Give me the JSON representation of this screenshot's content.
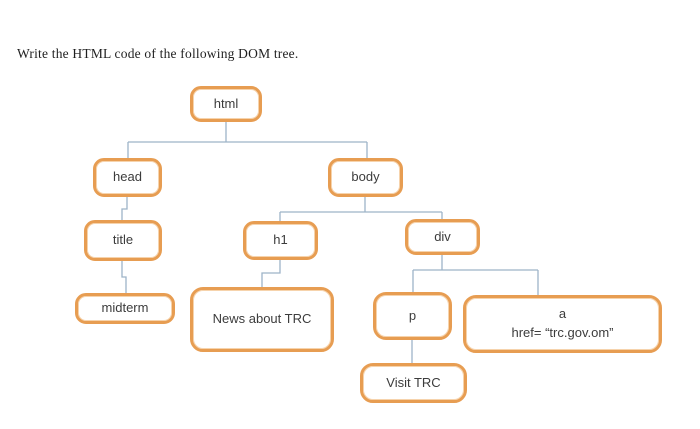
{
  "prompt": "Write the HTML code of the following DOM tree.",
  "colors": {
    "node_border": "#e79d52",
    "connector": "#9db3c8",
    "node_text": "#3c3c3c",
    "prompt_text": "#1f1f1f",
    "background": "#ffffff"
  },
  "tree": {
    "nodes": {
      "html": {
        "label": "html"
      },
      "head": {
        "label": "head"
      },
      "body": {
        "label": "body"
      },
      "title": {
        "label": "title"
      },
      "h1": {
        "label": "h1"
      },
      "div": {
        "label": "div"
      },
      "midterm": {
        "label": "midterm"
      },
      "news": {
        "label": "News about TRC"
      },
      "p": {
        "label": "p"
      },
      "a": {
        "label": "a",
        "sublabel": "href= “trc.gov.om”"
      },
      "visit": {
        "label": "Visit TRC"
      }
    },
    "edges": [
      {
        "from": "html",
        "to": "head"
      },
      {
        "from": "html",
        "to": "body"
      },
      {
        "from": "head",
        "to": "title"
      },
      {
        "from": "title",
        "to": "midterm"
      },
      {
        "from": "body",
        "to": "h1"
      },
      {
        "from": "body",
        "to": "div"
      },
      {
        "from": "h1",
        "to": "news"
      },
      {
        "from": "div",
        "to": "p"
      },
      {
        "from": "div",
        "to": "a"
      },
      {
        "from": "p",
        "to": "visit"
      }
    ]
  }
}
